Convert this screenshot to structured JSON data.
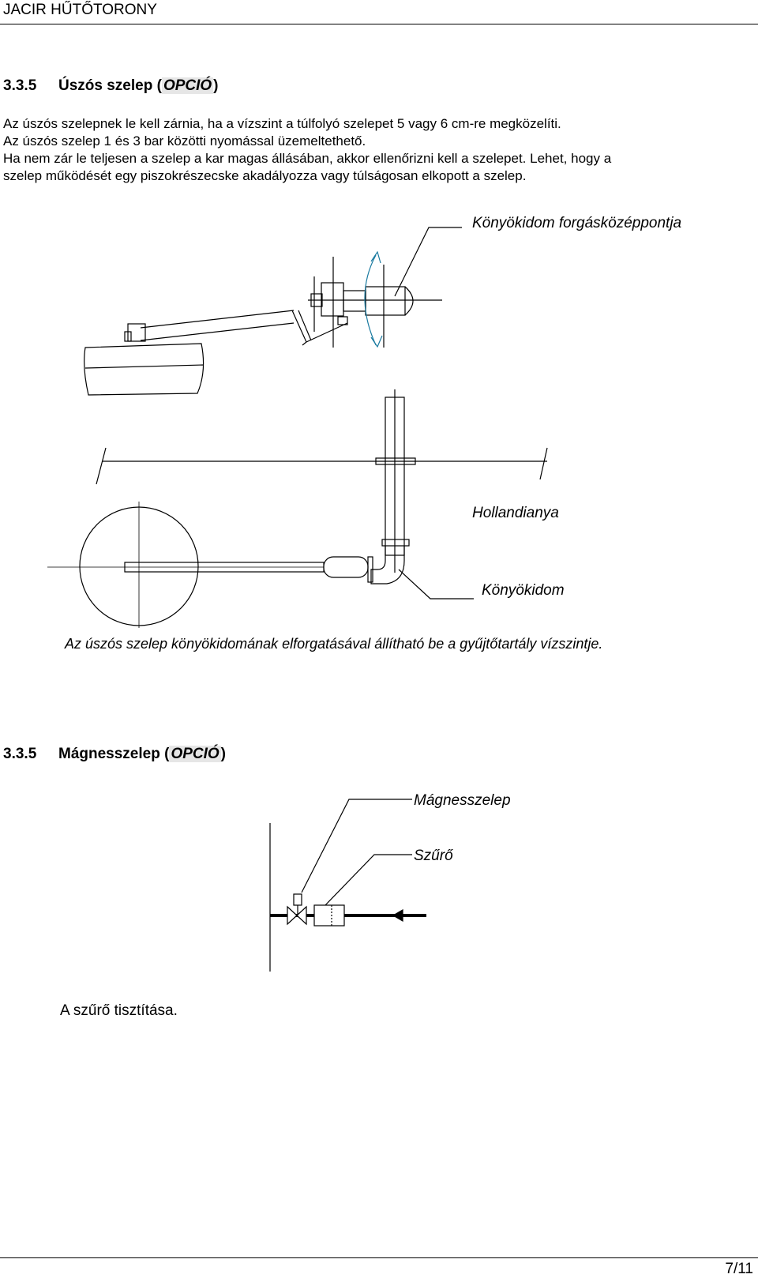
{
  "header": {
    "title": "JACIR HŰTŐTORONY"
  },
  "section1": {
    "number": "3.3.5",
    "title_before": "Úszós szelep (",
    "title_highlight": "OPCIÓ",
    "title_after": ")",
    "paragraph_lines": [
      "Az úszós szelepnek le kell zárnia, ha a vízszint a túlfolyó szelepet 5 vagy 6 cm-re megközelíti.",
      "Az úszós szelep 1 és 3 bar közötti nyomással üzemeltethető.",
      "Ha nem zár le teljesen a szelep a kar magas állásában, akkor ellenőrizni kell a szelepet. Lehet, hogy a",
      "szelep működését egy piszokrészecske akadályozza vagy túlságosan elkopott a szelep."
    ],
    "figure": {
      "label_pivot": "Könyökidom forgásközéppontja",
      "label_union": "Hollandianya",
      "label_elbow": "Könyökidom"
    },
    "caption": "Az úszós szelep könyökidomának elforgatásával állítható be a gyűjtőtartály vízszintje."
  },
  "section2": {
    "number": "3.3.5",
    "title_before": "Mágnesszelep (",
    "title_highlight": "OPCIÓ",
    "title_after": ")",
    "figure": {
      "label_valve": "Mágnesszelep",
      "label_filter": "Szűrő"
    },
    "body": "A szűrő tisztítása."
  },
  "footer": {
    "page": "7/11"
  }
}
